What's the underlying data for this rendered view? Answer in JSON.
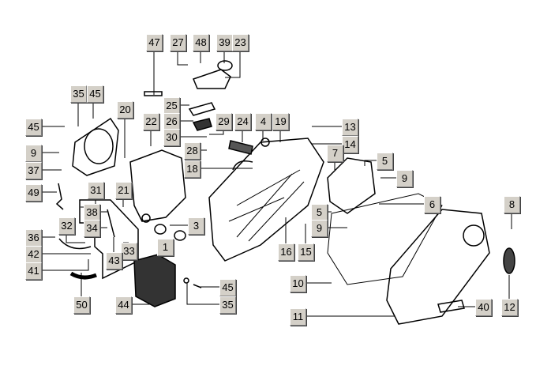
{
  "diagram": {
    "callouts": [
      {
        "id": "47"
      },
      {
        "id": "27"
      },
      {
        "id": "48"
      },
      {
        "id": "39"
      },
      {
        "id": "23"
      },
      {
        "id": "35"
      },
      {
        "id": "45"
      },
      {
        "id": "20"
      },
      {
        "id": "25"
      },
      {
        "id": "22"
      },
      {
        "id": "26"
      },
      {
        "id": "29"
      },
      {
        "id": "24"
      },
      {
        "id": "4"
      },
      {
        "id": "19"
      },
      {
        "id": "45"
      },
      {
        "id": "13"
      },
      {
        "id": "30"
      },
      {
        "id": "14"
      },
      {
        "id": "28"
      },
      {
        "id": "9"
      },
      {
        "id": "7"
      },
      {
        "id": "5"
      },
      {
        "id": "37"
      },
      {
        "id": "18"
      },
      {
        "id": "9"
      },
      {
        "id": "49"
      },
      {
        "id": "21"
      },
      {
        "id": "31"
      },
      {
        "id": "6"
      },
      {
        "id": "38"
      },
      {
        "id": "3"
      },
      {
        "id": "5"
      },
      {
        "id": "9"
      },
      {
        "id": "36"
      },
      {
        "id": "32"
      },
      {
        "id": "34"
      },
      {
        "id": "16"
      },
      {
        "id": "15"
      },
      {
        "id": "42"
      },
      {
        "id": "33"
      },
      {
        "id": "43"
      },
      {
        "id": "1"
      },
      {
        "id": "41"
      },
      {
        "id": "10"
      },
      {
        "id": "45"
      },
      {
        "id": "8"
      },
      {
        "id": "50"
      },
      {
        "id": "44"
      },
      {
        "id": "35"
      },
      {
        "id": "11"
      },
      {
        "id": "40"
      },
      {
        "id": "12"
      }
    ]
  }
}
